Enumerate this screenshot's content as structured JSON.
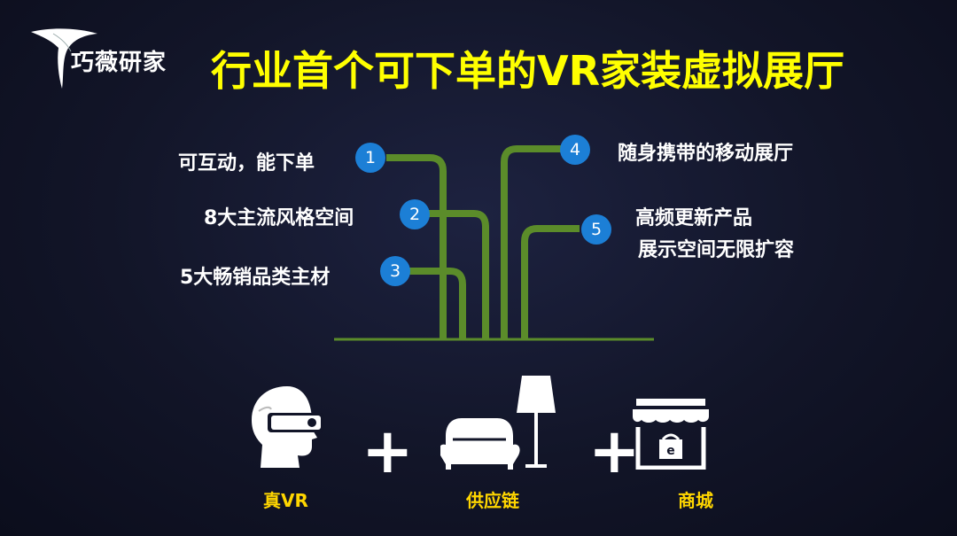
{
  "brand": {
    "logo_text": "巧薇研家"
  },
  "title": "行业首个可下单的VR家装虚拟展厅",
  "features": [
    {
      "num": "1",
      "text": "可互动，能下单"
    },
    {
      "num": "2",
      "text": "8大主流风格空间"
    },
    {
      "num": "3",
      "text": "5大畅销品类主材"
    },
    {
      "num": "4",
      "text": "随身携带的移动展厅"
    },
    {
      "num": "5",
      "text_line1": "高频更新产品",
      "text_line2": "展示空间无限扩容"
    }
  ],
  "bottom": {
    "items": [
      "真VR",
      "供应链",
      "商城"
    ],
    "plus": "+"
  },
  "colors": {
    "title": "#ffff00",
    "badge": "#1c7fd6",
    "line": "#5b8c2a",
    "caption": "#ffd600"
  }
}
